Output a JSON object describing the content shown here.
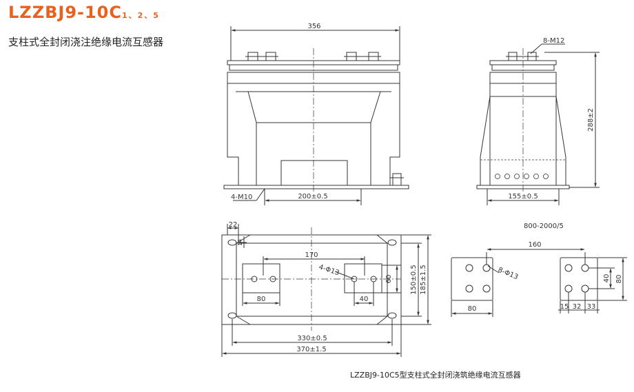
{
  "title": {
    "model": "LZZBJ9-10C",
    "variants": "1、2、5"
  },
  "subtitle": "支柱式全封闭浇注绝缘电流互感器",
  "caption": "LZZBJ9-10C5型支柱式全封闭浇筑绝缘电流互感器",
  "front_view": {
    "width_dim": "356",
    "bolt_label": "4-M10",
    "base_dim": "200±0.5"
  },
  "side_view": {
    "thread_label": "8-M12",
    "height_dim": "288±2",
    "base_dim": "155±0.5"
  },
  "top_view": {
    "corner_dim": "22",
    "edge_dim": "14",
    "span_dim": "170",
    "hole_label": "4-Φ13",
    "plate_w": "80",
    "plate_h": "60",
    "plate_offset": "40",
    "inner_h": "150±0.5",
    "outer_h": "185±1.5",
    "inner_w": "330±0.5",
    "outer_w": "370±1.5"
  },
  "terminals": {
    "ratio_label": "800-2000/5",
    "spacing": "160",
    "hole_label": "8-Φ13",
    "left_w": "80",
    "right_h1": "40",
    "right_h2": "80",
    "right_w1": "15",
    "right_w2": "32",
    "right_w3": "33"
  }
}
